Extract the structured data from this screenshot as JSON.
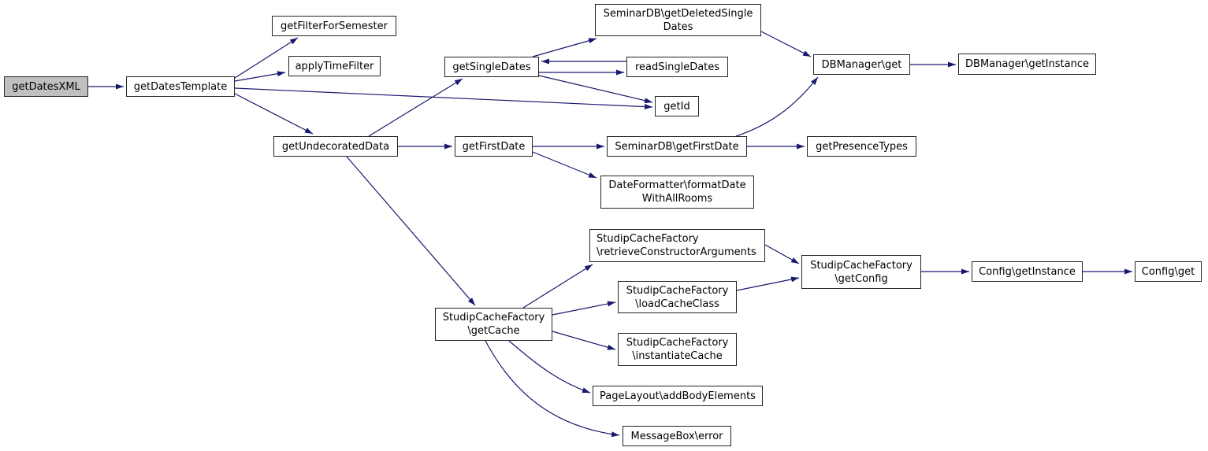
{
  "diagram": {
    "type": "doxygen-call-graph",
    "colors": {
      "background": "#ffffff",
      "edge": "#191970",
      "node_border": "#242424",
      "node_fill": "#ffffff",
      "root_node_fill": "#bfbfbf",
      "text": "#000000"
    },
    "nodes": {
      "getDatesXML": {
        "label": "getDatesXML",
        "highlighted": true
      },
      "getDatesTemplate": {
        "label": "getDatesTemplate"
      },
      "getFilterForSemester": {
        "label": "getFilterForSemester"
      },
      "applyTimeFilter": {
        "label": "applyTimeFilter"
      },
      "getSingleDates": {
        "label": "getSingleDates"
      },
      "getDeletedSingleDates": {
        "label": "SeminarDB\\getDeletedSingle\nDates"
      },
      "readSingleDates": {
        "label": "readSingleDates"
      },
      "getId": {
        "label": "getId"
      },
      "dbManagerGet": {
        "label": "DBManager\\get"
      },
      "dbManagerGetInstance": {
        "label": "DBManager\\getInstance"
      },
      "getUndecoratedData": {
        "label": "getUndecoratedData"
      },
      "getFirstDate": {
        "label": "getFirstDate"
      },
      "seminarDbGetFirstDate": {
        "label": "SeminarDB\\getFirstDate"
      },
      "getPresenceTypes": {
        "label": "getPresenceTypes"
      },
      "formatDateWithAllRooms": {
        "label": "DateFormatter\\formatDate\nWithAllRooms"
      },
      "retrieveConstructorArguments": {
        "label": "StudipCacheFactory\n\\retrieveConstructorArguments"
      },
      "loadCacheClass": {
        "label": "StudipCacheFactory\n\\loadCacheClass"
      },
      "instantiateCache": {
        "label": "StudipCacheFactory\n\\instantiateCache"
      },
      "getCache": {
        "label": "StudipCacheFactory\n\\getCache"
      },
      "addBodyElements": {
        "label": "PageLayout\\addBodyElements"
      },
      "messageBoxError": {
        "label": "MessageBox\\error"
      },
      "getConfig": {
        "label": "StudipCacheFactory\n\\getConfig"
      },
      "configGetInstance": {
        "label": "Config\\getInstance"
      },
      "configGet": {
        "label": "Config\\get"
      }
    },
    "edges": [
      {
        "from": "getDatesXML",
        "to": "getDatesTemplate"
      },
      {
        "from": "getDatesTemplate",
        "to": "getFilterForSemester"
      },
      {
        "from": "getDatesTemplate",
        "to": "applyTimeFilter"
      },
      {
        "from": "getDatesTemplate",
        "to": "getId"
      },
      {
        "from": "getDatesTemplate",
        "to": "getUndecoratedData"
      },
      {
        "from": "getSingleDates",
        "to": "getDeletedSingleDates"
      },
      {
        "from": "readSingleDates",
        "to": "getSingleDates"
      },
      {
        "from": "getSingleDates",
        "to": "readSingleDates"
      },
      {
        "from": "getSingleDates",
        "to": "getId"
      },
      {
        "from": "getDeletedSingleDates",
        "to": "dbManagerGet"
      },
      {
        "from": "dbManagerGet",
        "to": "dbManagerGetInstance"
      },
      {
        "from": "getUndecoratedData",
        "to": "getSingleDates"
      },
      {
        "from": "getUndecoratedData",
        "to": "getFirstDate"
      },
      {
        "from": "getUndecoratedData",
        "to": "getCache"
      },
      {
        "from": "getFirstDate",
        "to": "seminarDbGetFirstDate"
      },
      {
        "from": "getFirstDate",
        "to": "formatDateWithAllRooms"
      },
      {
        "from": "seminarDbGetFirstDate",
        "to": "getPresenceTypes"
      },
      {
        "from": "seminarDbGetFirstDate",
        "to": "dbManagerGet"
      },
      {
        "from": "getCache",
        "to": "retrieveConstructorArguments"
      },
      {
        "from": "getCache",
        "to": "loadCacheClass"
      },
      {
        "from": "getCache",
        "to": "instantiateCache"
      },
      {
        "from": "getCache",
        "to": "addBodyElements"
      },
      {
        "from": "getCache",
        "to": "messageBoxError"
      },
      {
        "from": "retrieveConstructorArguments",
        "to": "getConfig"
      },
      {
        "from": "loadCacheClass",
        "to": "getConfig"
      },
      {
        "from": "getConfig",
        "to": "configGetInstance"
      },
      {
        "from": "configGetInstance",
        "to": "configGet"
      }
    ]
  }
}
